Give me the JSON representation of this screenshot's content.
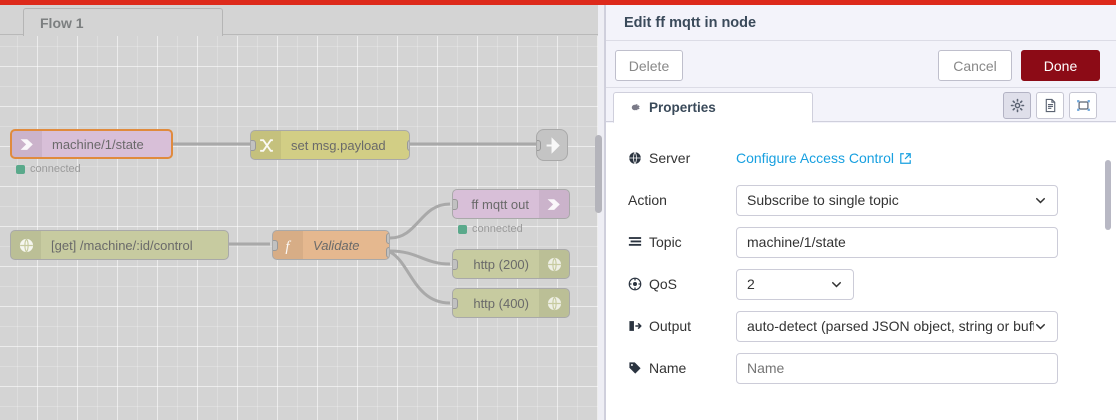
{
  "theme": {
    "accent_red": "#dd2a1b",
    "done_button": "#8c0b16",
    "link_blue": "#18a0e0",
    "status_green": "#5aa98b"
  },
  "editor": {
    "tab_label": "Flow 1",
    "nodes": [
      {
        "id": "mqtt-in",
        "label": "machine/1/state",
        "icon": "mqtt-icon",
        "type": "mqtt-in",
        "status": "connected",
        "selected": true
      },
      {
        "id": "change",
        "label": "set msg.payload",
        "icon": "change-icon",
        "type": "change",
        "status": "",
        "selected": false
      },
      {
        "id": "link-out",
        "label": "",
        "icon": "link-out-icon",
        "type": "link",
        "status": "",
        "selected": false
      },
      {
        "id": "http-in",
        "label": "[get] /machine/:id/control",
        "icon": "globe-icon",
        "type": "http",
        "status": "",
        "selected": false
      },
      {
        "id": "function",
        "label": "Validate",
        "icon": "function-icon",
        "type": "function",
        "status": "",
        "selected": false
      },
      {
        "id": "mqtt-out",
        "label": "ff mqtt out",
        "icon": "mqtt-icon",
        "type": "mqtt-out",
        "status": "connected",
        "selected": false
      },
      {
        "id": "http-200",
        "label": "http (200)",
        "icon": "globe-icon",
        "type": "http",
        "status": "",
        "selected": false
      },
      {
        "id": "http-400",
        "label": "http (400)",
        "icon": "globe-icon",
        "type": "http",
        "status": "",
        "selected": false
      }
    ]
  },
  "panel": {
    "title": "Edit ff mqtt in node",
    "buttons": {
      "delete": "Delete",
      "cancel": "Cancel",
      "done": "Done"
    },
    "tab": {
      "label": "Properties",
      "icon": "gear-icon"
    },
    "icon_buttons": [
      {
        "name": "properties-icon",
        "active": true
      },
      {
        "name": "description-icon",
        "active": false
      },
      {
        "name": "appearance-icon",
        "active": false
      }
    ],
    "fields": {
      "server": {
        "label": "Server",
        "icon": "globe-icon",
        "link_text": "Configure Access Control",
        "link_icon": "external-link-icon"
      },
      "action": {
        "label": "Action",
        "icon": "",
        "value": "Subscribe to single topic"
      },
      "topic": {
        "label": "Topic",
        "icon": "tasks-icon",
        "value": "machine/1/state"
      },
      "qos": {
        "label": "QoS",
        "icon": "empire-icon",
        "value": "2"
      },
      "output": {
        "label": "Output",
        "icon": "sign-out-icon",
        "value": "auto-detect (parsed JSON object, string or buff"
      },
      "name": {
        "label": "Name",
        "icon": "tag-icon",
        "value": "",
        "placeholder": "Name"
      }
    }
  }
}
